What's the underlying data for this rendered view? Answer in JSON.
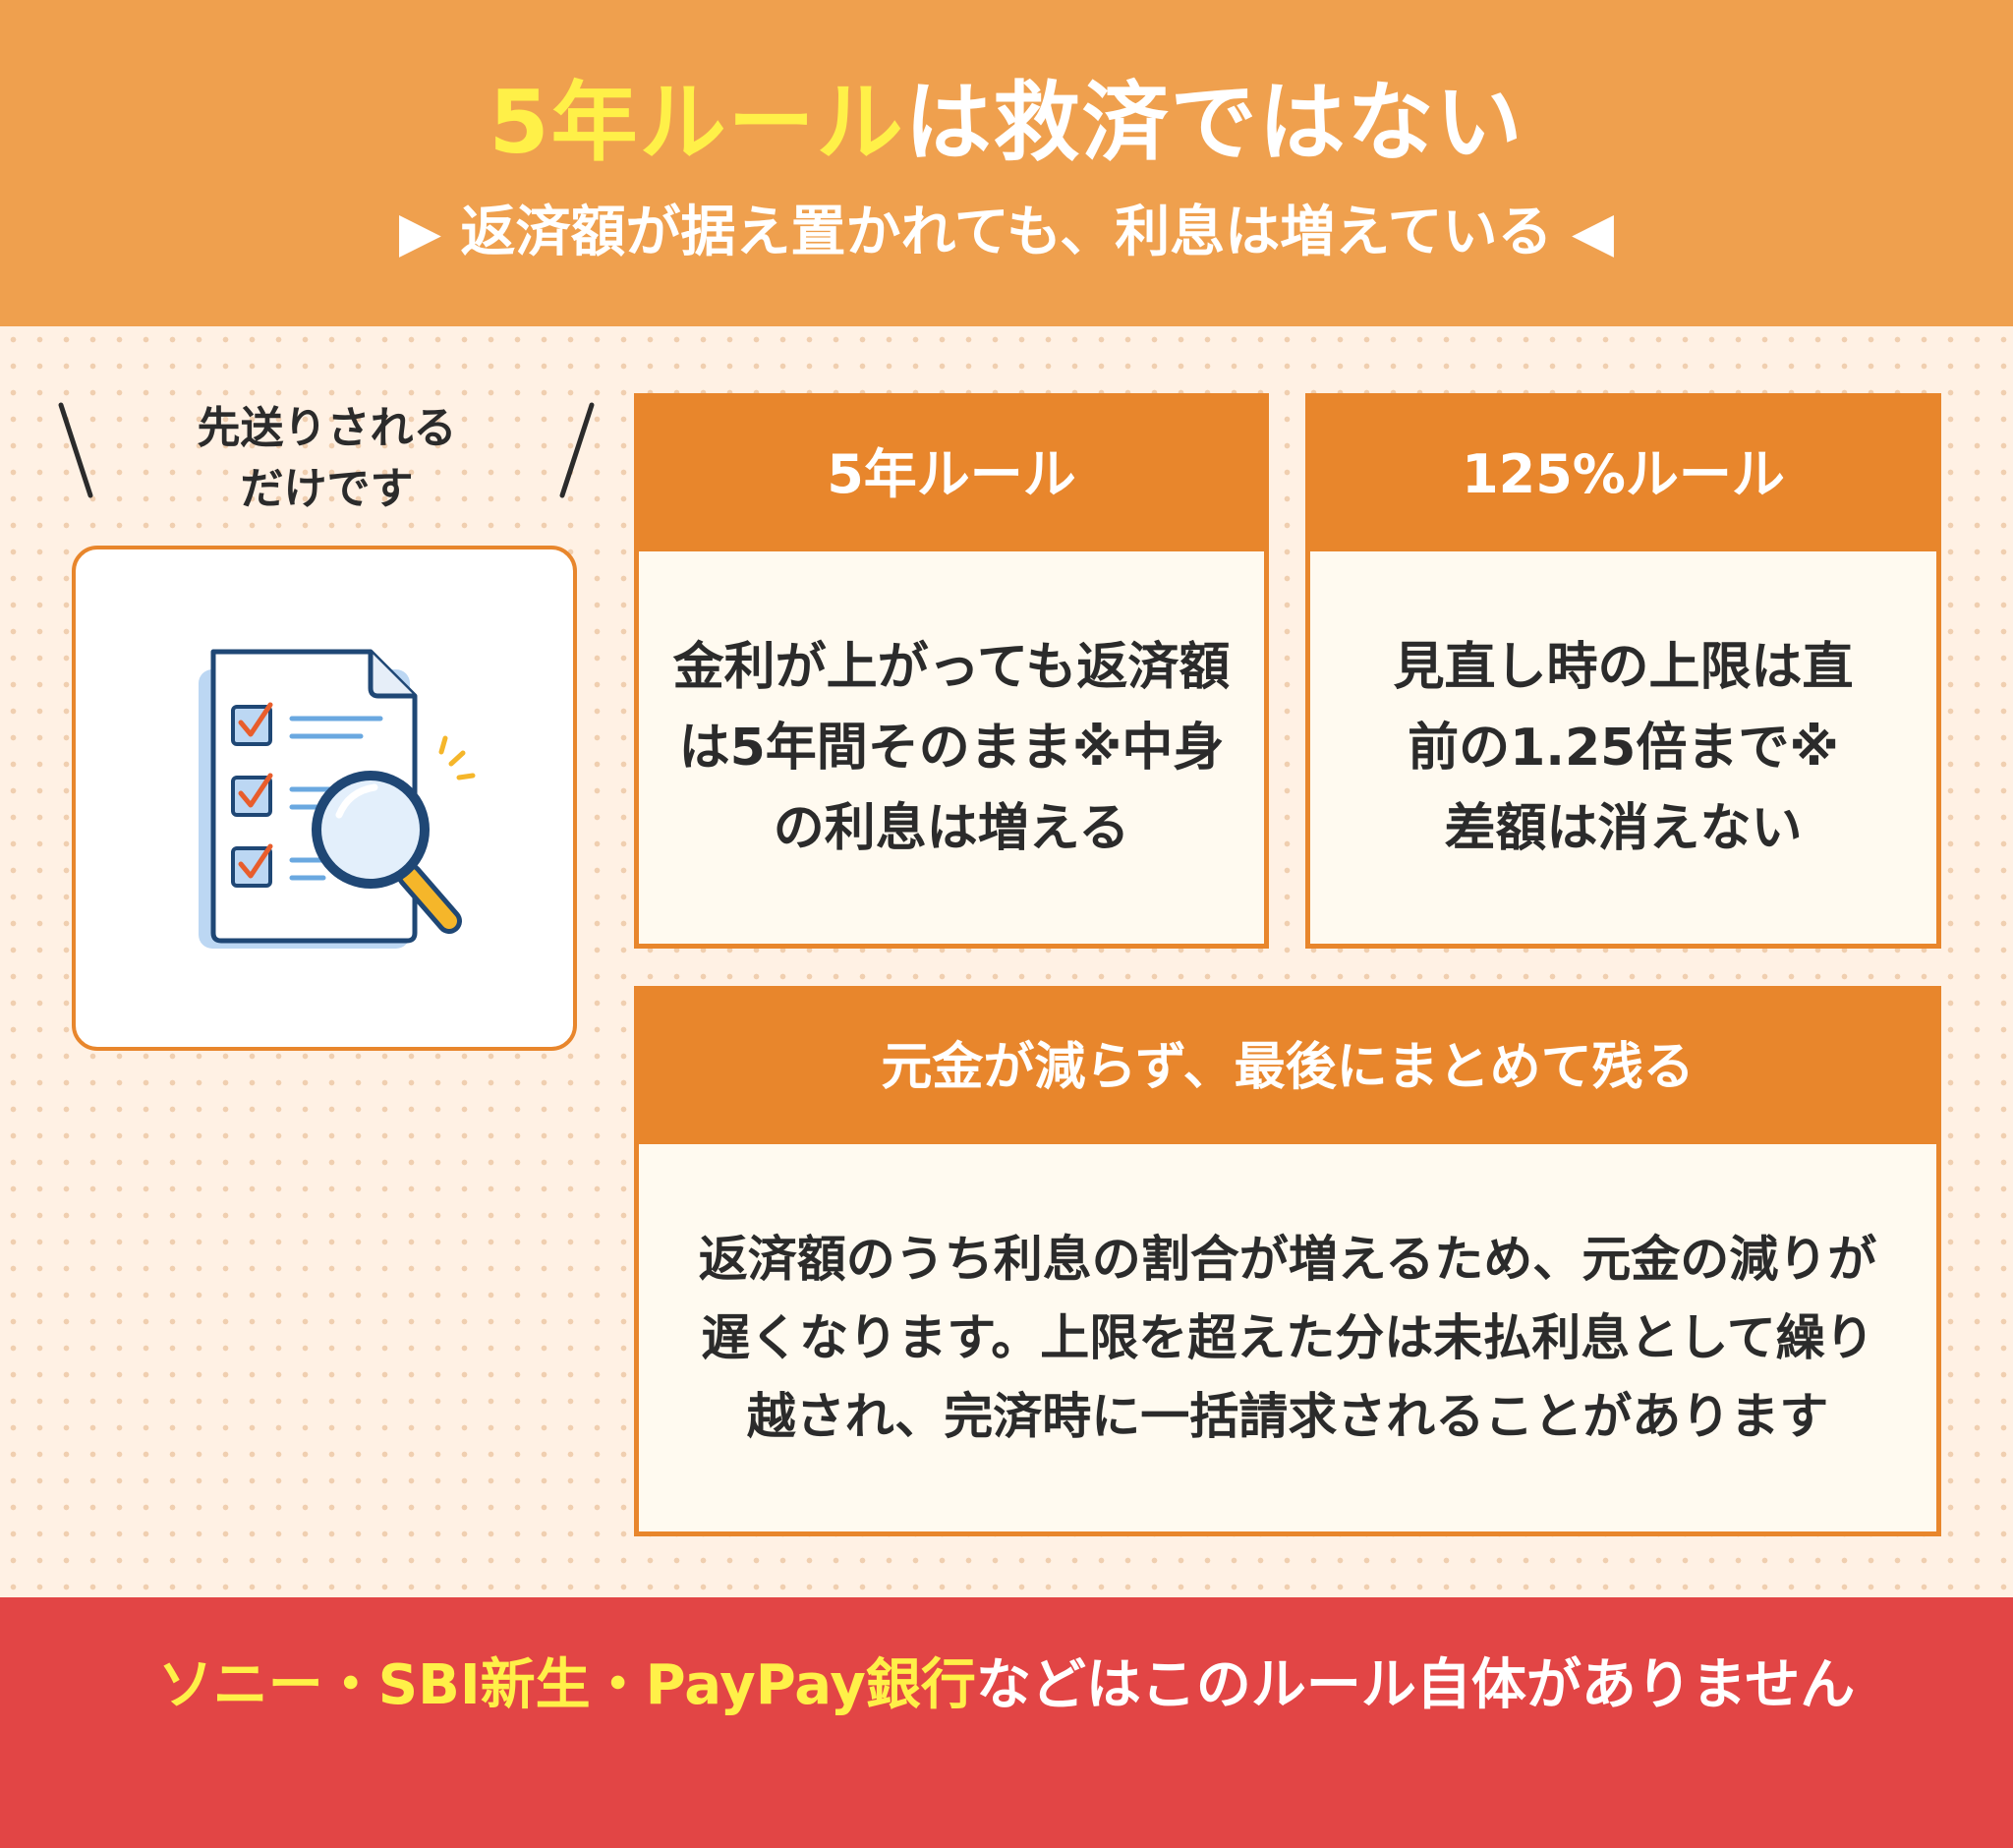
{
  "header": {
    "title_highlight": "5年ルール",
    "title_rest": "は救済ではない",
    "subtitle": "▶ 返済額が据え置かれても、利息は増えている ◀"
  },
  "caption": {
    "line1": "先送りされる",
    "line2": "だけです"
  },
  "illustration": {
    "icon": "document-checklist-magnifier-icon"
  },
  "cards": [
    {
      "title": "5年ルール",
      "body": "金利が上がっても返済額は5年間そのまま※中身の利息は増える"
    },
    {
      "title": "125%ルール",
      "body": "見直し時の上限は直前の1.25倍まで※差額は消えない"
    },
    {
      "title": "元金が減らず、最後にまとめて残る",
      "body": "返済額のうち利息の割合が増えるため、元金の減りが遅くなります。上限を超えた分は未払利息として繰り越され、完済時に一括請求されることがあります"
    }
  ],
  "footer": {
    "highlight": "ソニー・SBI新生・PayPay銀行",
    "rest": "などはこのルール自体がありません"
  },
  "colors": {
    "header_bg": "#efa04e",
    "accent": "#e8862c",
    "highlight_text": "#fff048",
    "footer_bg": "#e24545",
    "background": "#fff1e4"
  }
}
